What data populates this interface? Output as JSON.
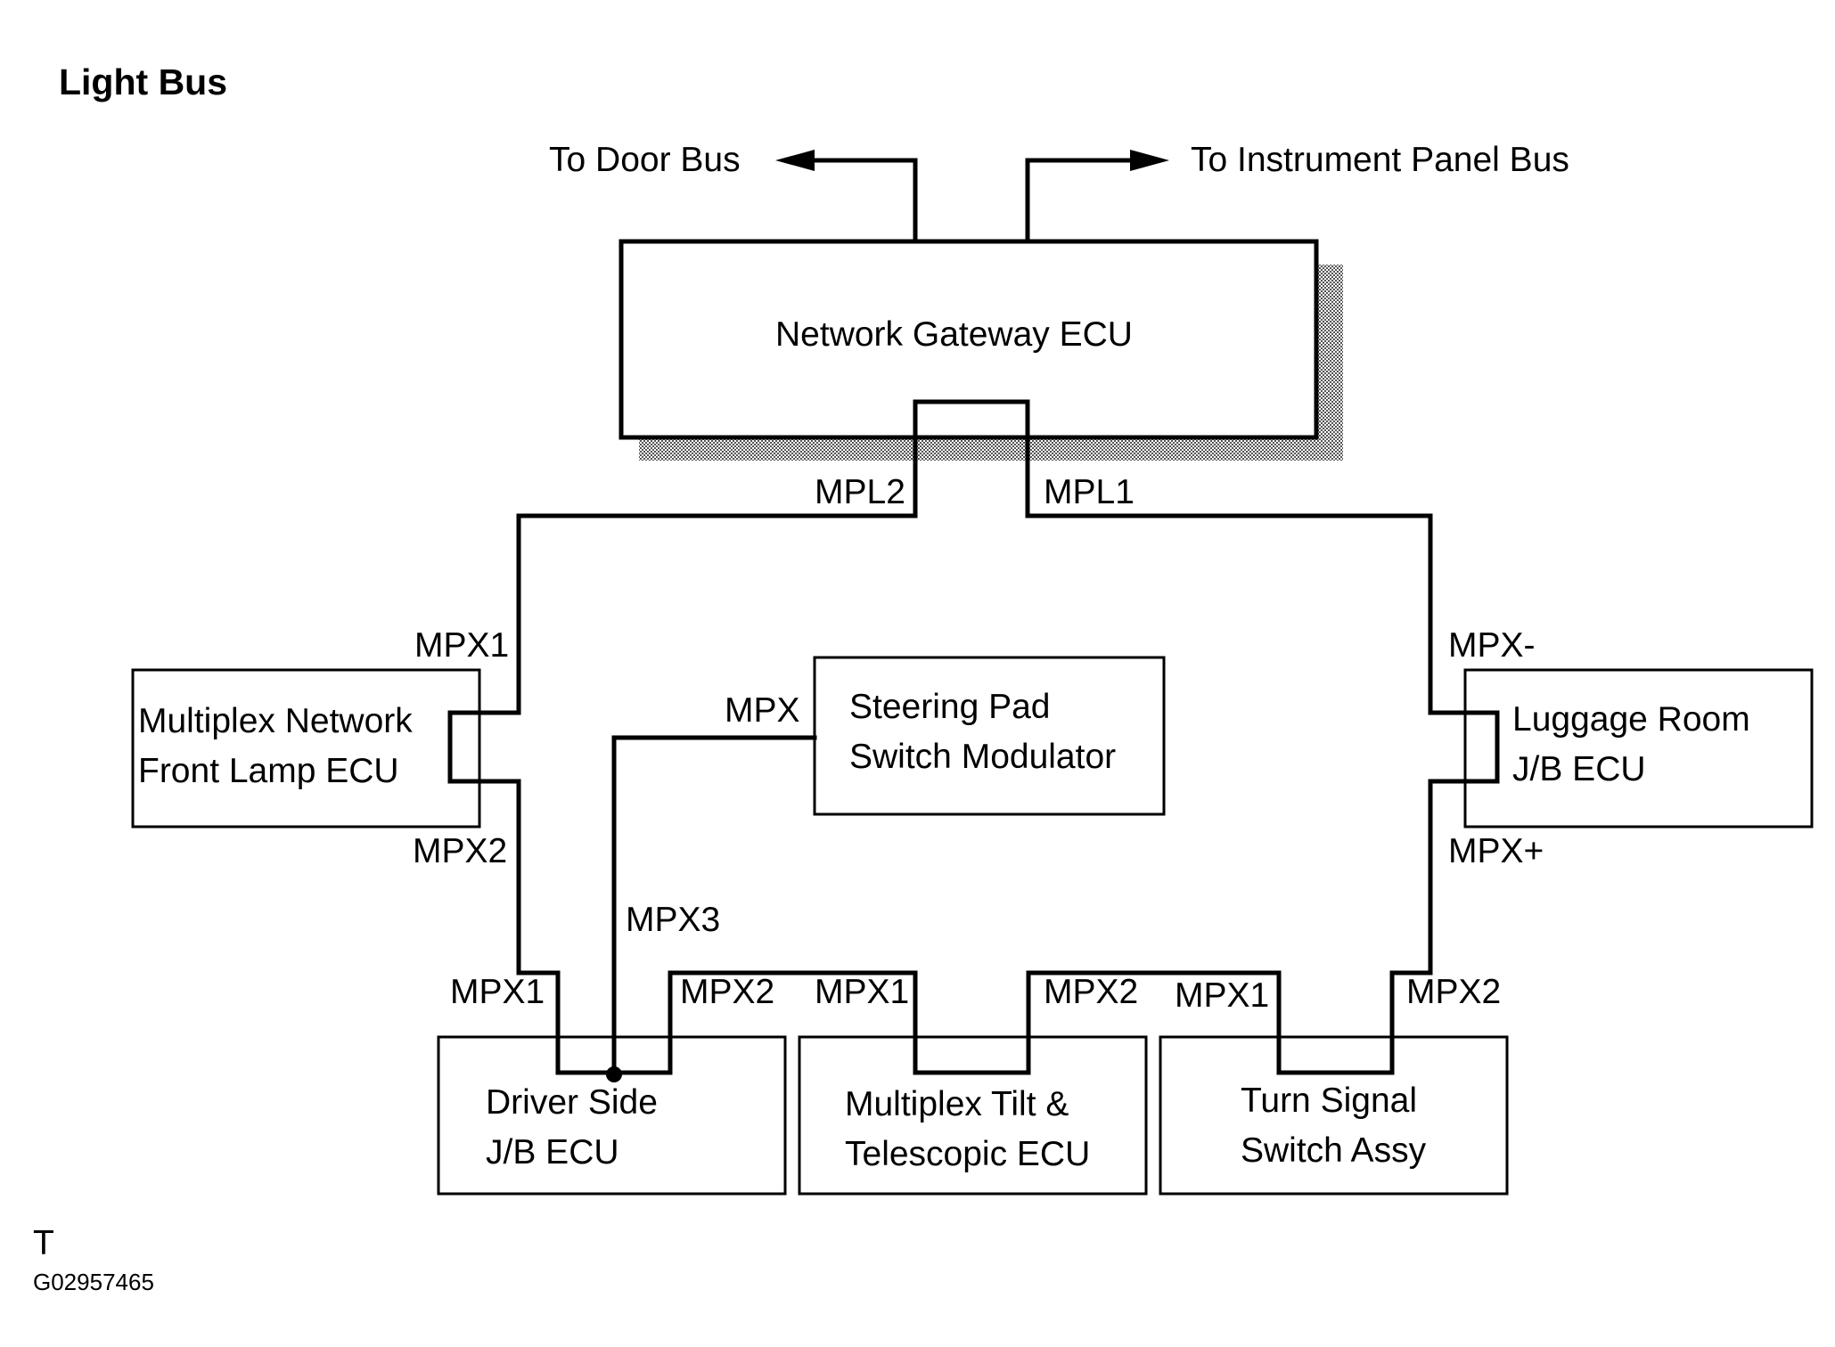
{
  "title": "Light Bus",
  "external": {
    "door_bus": "To Door Bus",
    "ip_bus": "To Instrument Panel Bus"
  },
  "components": {
    "gateway": "Network Gateway ECU",
    "front_lamp": [
      "Multiplex Network",
      "Front Lamp ECU"
    ],
    "steering_pad": [
      "Steering Pad",
      "Switch Modulator"
    ],
    "luggage_room": [
      "Luggage Room",
      "J/B ECU"
    ],
    "driver_jb": [
      "Driver Side",
      "J/B ECU"
    ],
    "tilt_telescopic": [
      "Multiplex Tilt &",
      "Telescopic ECU"
    ],
    "turn_signal": [
      "Turn Signal",
      "Switch Assy"
    ]
  },
  "pins": {
    "gateway_left": "MPL2",
    "gateway_right": "MPL1",
    "front_lamp_top": "MPX1",
    "front_lamp_bottom": "MPX2",
    "steering_pad": "MPX",
    "luggage_top": "MPX-",
    "luggage_bottom": "MPX+",
    "driver_mpx3": "MPX3",
    "driver_in": "MPX1",
    "driver_out": "MPX2",
    "tilt_in": "MPX1",
    "tilt_out": "MPX2",
    "turn_in": "MPX1",
    "turn_out": "MPX2"
  },
  "footer": {
    "mark": "T",
    "code": "G02957465"
  }
}
